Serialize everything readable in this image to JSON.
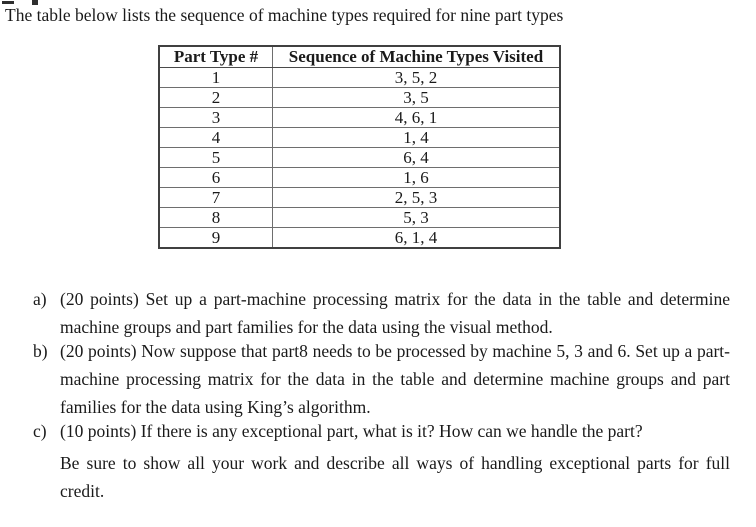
{
  "document": {
    "intro": "The table below lists the sequence of machine types required for nine part types",
    "table": {
      "headers": [
        "Part Type #",
        "Sequence of Machine Types Visited"
      ],
      "rows": [
        [
          "1",
          "3, 5, 2"
        ],
        [
          "2",
          "3, 5"
        ],
        [
          "3",
          "4, 6, 1"
        ],
        [
          "4",
          "1, 4"
        ],
        [
          "5",
          "6, 4"
        ],
        [
          "6",
          "1, 6"
        ],
        [
          "7",
          "2, 5, 3"
        ],
        [
          "8",
          "5, 3"
        ],
        [
          "9",
          "6, 1, 4"
        ]
      ]
    },
    "questions": [
      {
        "label": "a)",
        "text": "(20 points) Set up a part-machine processing matrix for the data in the table and determine machine groups and part families for the data using the visual method."
      },
      {
        "label": "b)",
        "text": "(20 points) Now suppose that part8 needs to be processed by machine 5, 3 and 6. Set up a part-machine processing matrix for the data in the table and determine machine groups and part families for the data using King’s algorithm."
      },
      {
        "label": "c)",
        "text": "(10 points) If there is any exceptional part, what is it? How can we handle the part?"
      }
    ],
    "note": "Be sure to show all your work and describe all ways of handling exceptional parts for full credit."
  },
  "colors": {
    "background": "#ffffff",
    "text": "#1a1a1a",
    "table_border_outer": "#404040",
    "table_border_inner": "#6e6e6e"
  }
}
